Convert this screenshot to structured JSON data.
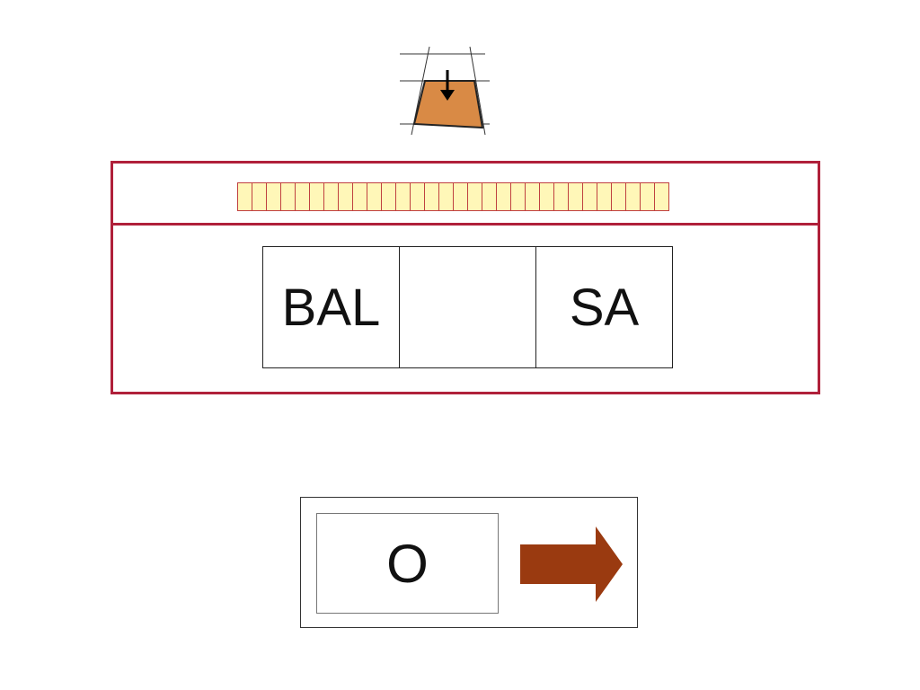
{
  "icons": {
    "tile_icon": "tile-drop-icon",
    "next_icon": "right-arrow-icon"
  },
  "colors": {
    "frame": "#b0203a",
    "progress_cell": "#fff7b8",
    "tile_fill": "#d98a45",
    "arrow_fill": "#9a3a10"
  },
  "progress": {
    "total_cells": 30,
    "filled_cells": 0
  },
  "syllables": [
    {
      "text": "BAL"
    },
    {
      "text": ""
    },
    {
      "text": "SA"
    }
  ],
  "option": {
    "text": "O"
  }
}
